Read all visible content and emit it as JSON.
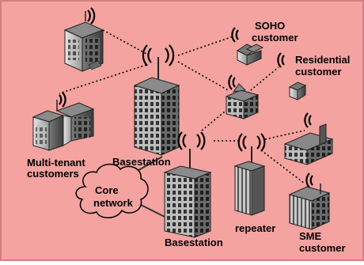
{
  "colors": {
    "background": "#f4a3a0",
    "border": "#d08080",
    "building_dark": "#555555",
    "building_mid": "#9a9a9a",
    "building_light": "#cfcfcf",
    "link": "#000000"
  },
  "labels": {
    "soho": [
      "SOHO",
      "customer"
    ],
    "residential": [
      "Residential",
      "customer"
    ],
    "multitenant": [
      "Multi-tenant",
      "customers"
    ],
    "basestation_top": "Basestation",
    "basestation_bottom": "Basestation",
    "core": [
      "Core",
      "network"
    ],
    "repeater": "repeater",
    "sme": [
      "SME",
      "customer"
    ]
  },
  "icons": [
    "office-building-icon",
    "basestation-tower-icon",
    "house-icon",
    "apartment-block-icon",
    "factory-icon",
    "cloud-icon",
    "radio-waves-icon",
    "antenna-icon"
  ]
}
